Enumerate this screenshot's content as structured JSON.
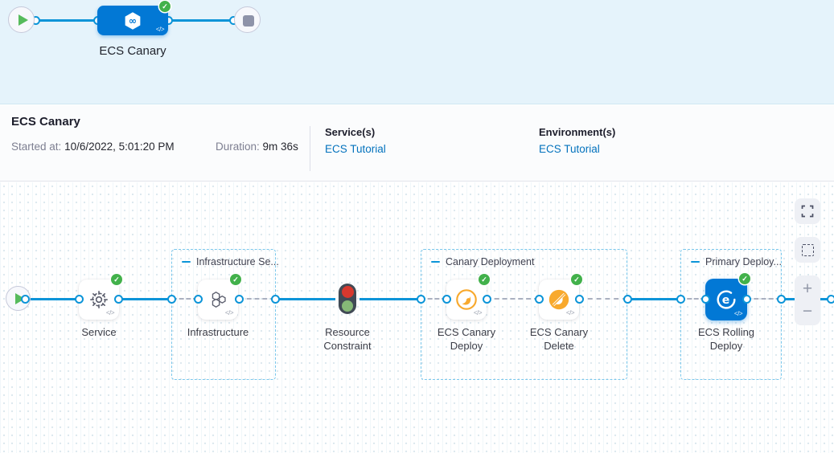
{
  "minimap": {
    "node_label": "ECS Canary",
    "start_icon": "play-icon",
    "end_icon": "stop-icon",
    "node_status": "success"
  },
  "summary": {
    "title": "ECS Canary",
    "started": {
      "label": "Started at:",
      "value": "10/6/2022, 5:01:20 PM"
    },
    "duration": {
      "label": "Duration:",
      "value": "9m 36s"
    },
    "services": {
      "label": "Service(s)",
      "value": "ECS Tutorial"
    },
    "environments": {
      "label": "Environment(s)",
      "value": "ECS Tutorial"
    }
  },
  "graph": {
    "groups": {
      "infrastructure": {
        "label": "Infrastructure Se..."
      },
      "canary": {
        "label": "Canary Deployment"
      },
      "primary": {
        "label": "Primary Deploy..."
      }
    },
    "nodes": {
      "service": {
        "label": "Service",
        "icon": "gear-icon",
        "status": "success"
      },
      "infrastructure": {
        "label": "Infrastructure",
        "icon": "hexagons-icon",
        "status": "success"
      },
      "resource_constraint": {
        "label": "Resource Constraint",
        "icon": "traffic-light-icon"
      },
      "canary_deploy": {
        "label": "ECS Canary Deploy",
        "icon": "canary-icon",
        "status": "success"
      },
      "canary_delete": {
        "label": "ECS Canary Delete",
        "icon": "canary-delete-icon",
        "status": "success"
      },
      "rolling_deploy": {
        "label": "ECS Rolling Deploy",
        "icon": "ecs-icon",
        "status": "success"
      }
    },
    "code_glyph": "</>"
  },
  "controls": {
    "zoom_in": "+",
    "zoom_out": "−"
  },
  "colors": {
    "accent_blue": "#0278d5",
    "line_blue": "#0b94d8",
    "success_green": "#42b14b",
    "canary_amber": "#f8a92d",
    "link_blue": "#0372bd",
    "band_blue": "#e5f3fb"
  }
}
